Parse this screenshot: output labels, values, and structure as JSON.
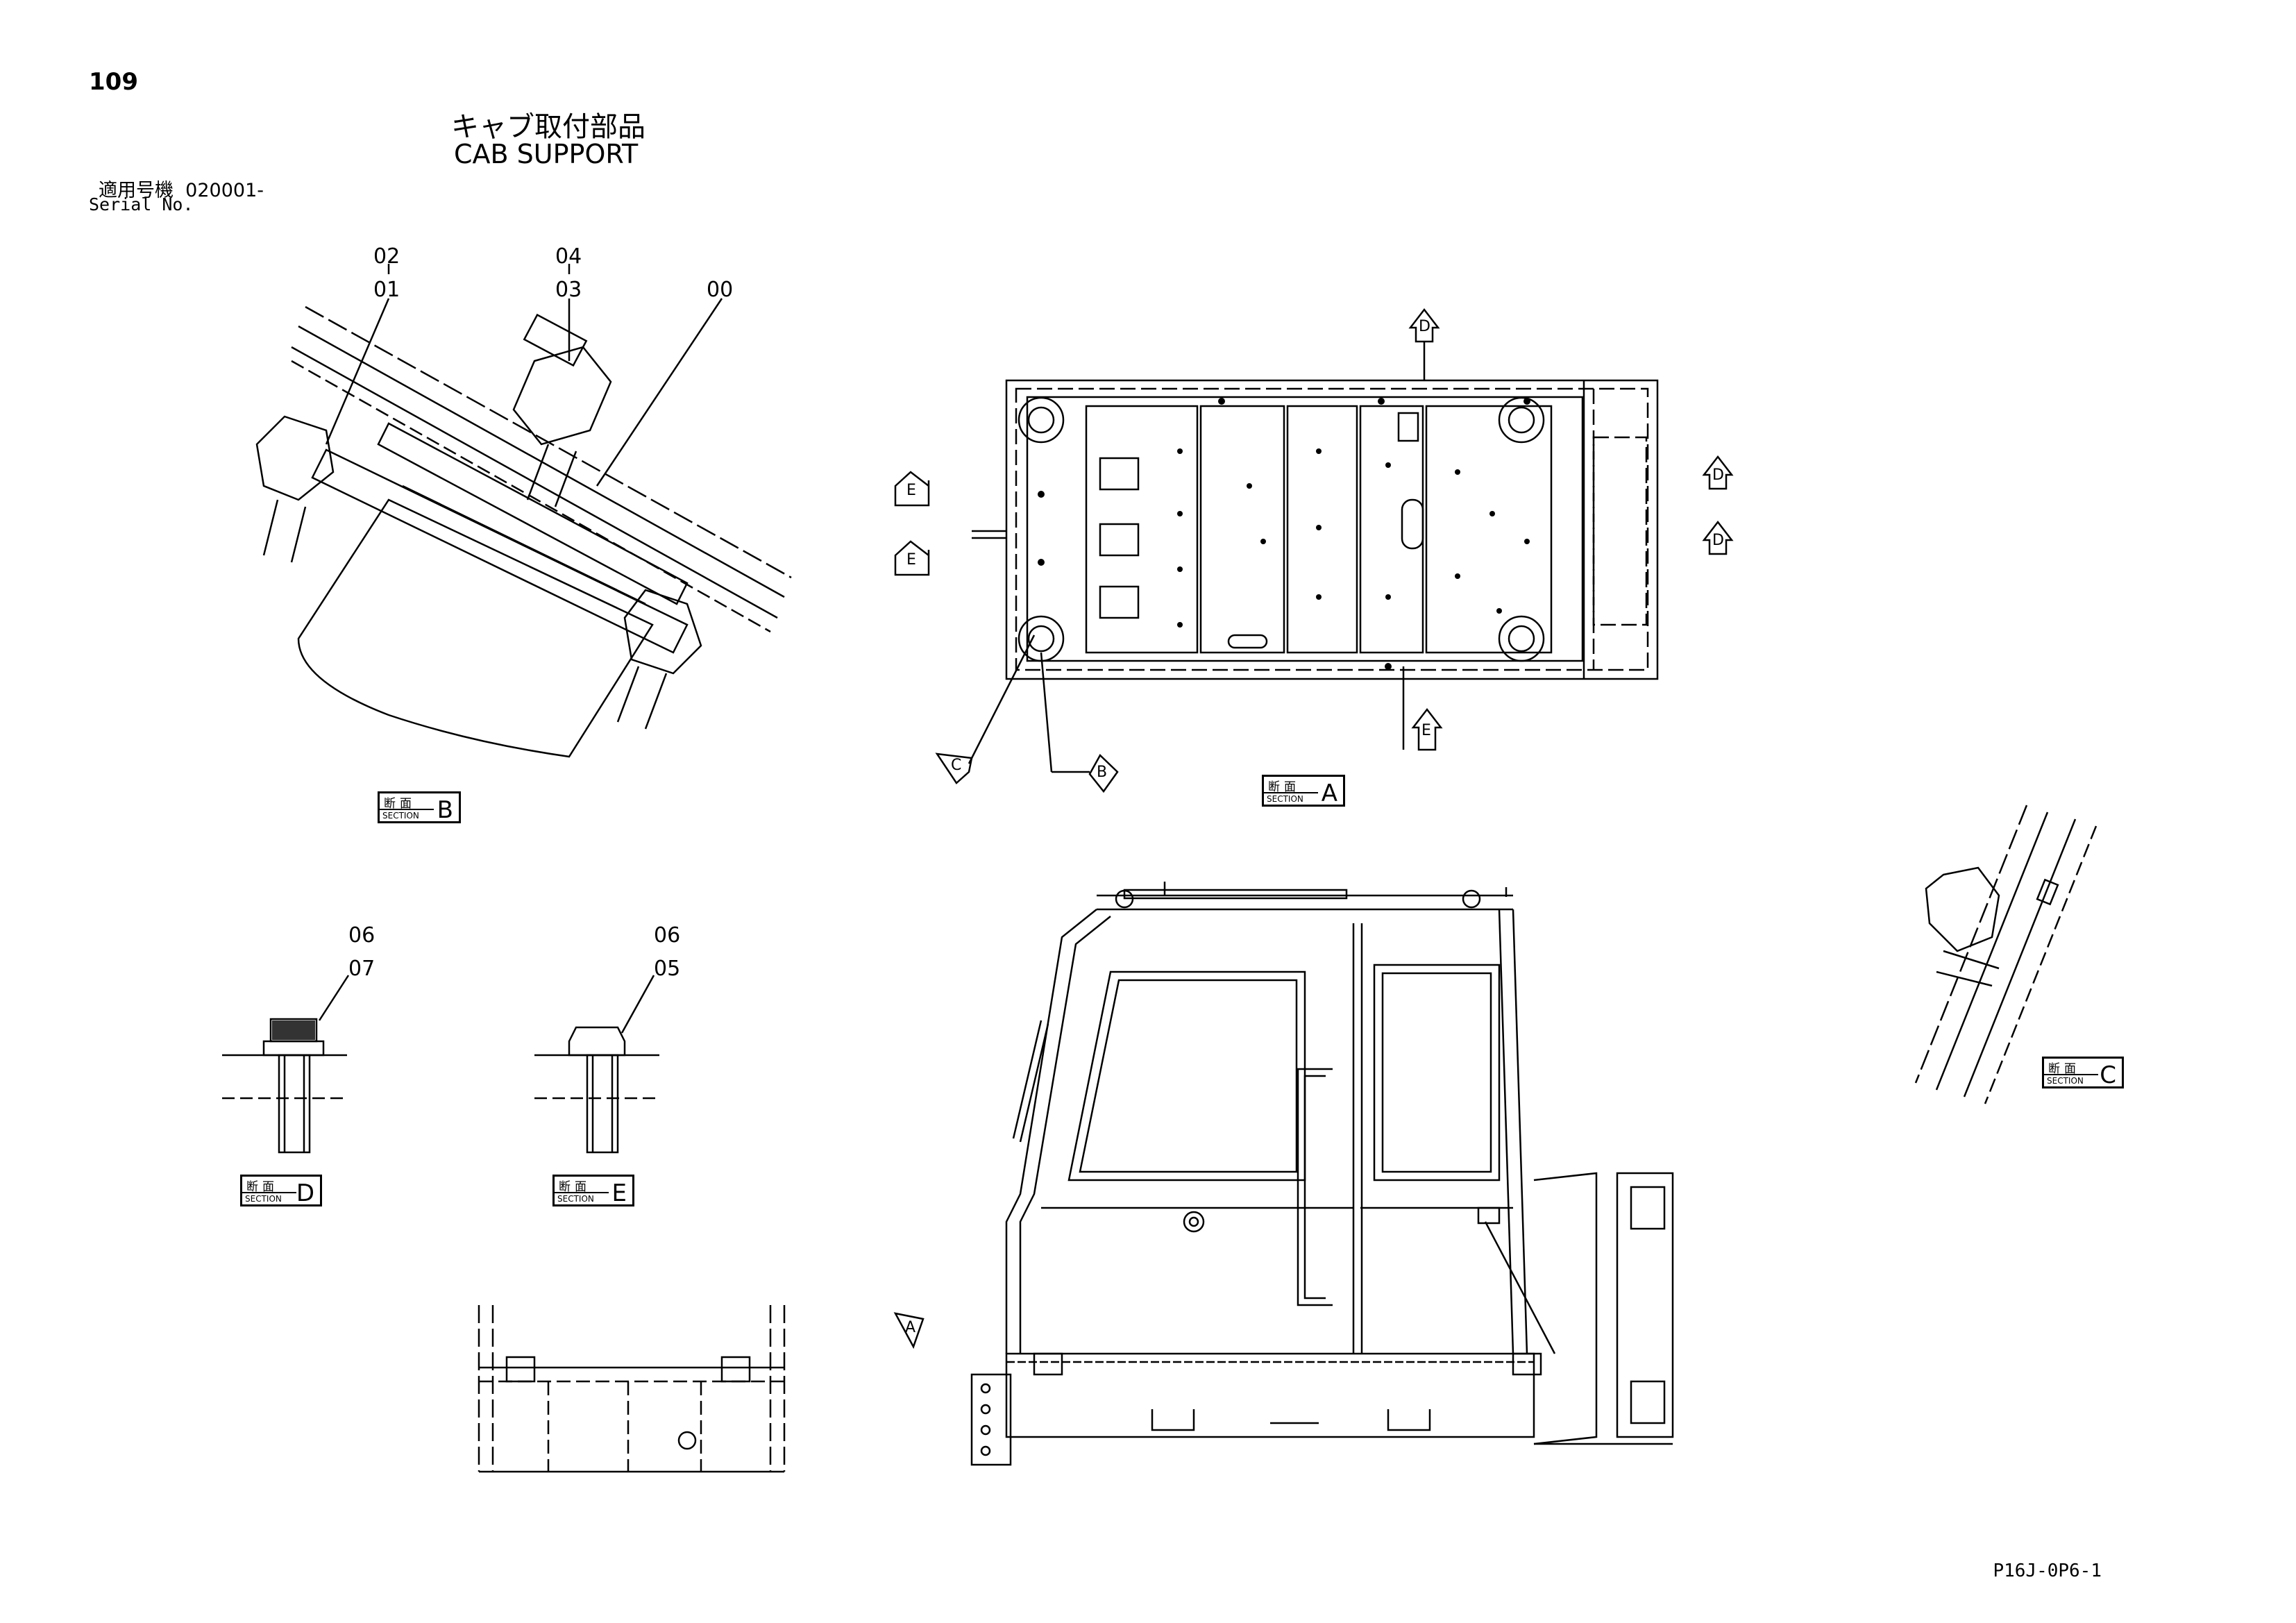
{
  "header": {
    "page_number": "109",
    "title_jp": "キャブ取付部品",
    "title_en": "CAB SUPPORT",
    "serial_label_jp": "適用号機",
    "serial_value": "020001-",
    "serial_label_en": "Serial No."
  },
  "part_numbers": {
    "b_top_left_upper": "02",
    "b_top_left_lower": "01",
    "b_top_mid_upper": "04",
    "b_top_mid_lower": "03",
    "b_top_right": "00",
    "d_upper": "06",
    "d_lower": "07",
    "e_upper": "06",
    "e_lower": "05"
  },
  "sections": {
    "jp": "断面",
    "en": "SECTION",
    "a": "A",
    "b": "B",
    "c": "C",
    "d": "D",
    "e": "E"
  },
  "view_arrows": {
    "d": "D",
    "e": "E",
    "c": "C",
    "b": "B",
    "a": "A"
  },
  "footer": {
    "code": "P16J-0P6-1"
  }
}
